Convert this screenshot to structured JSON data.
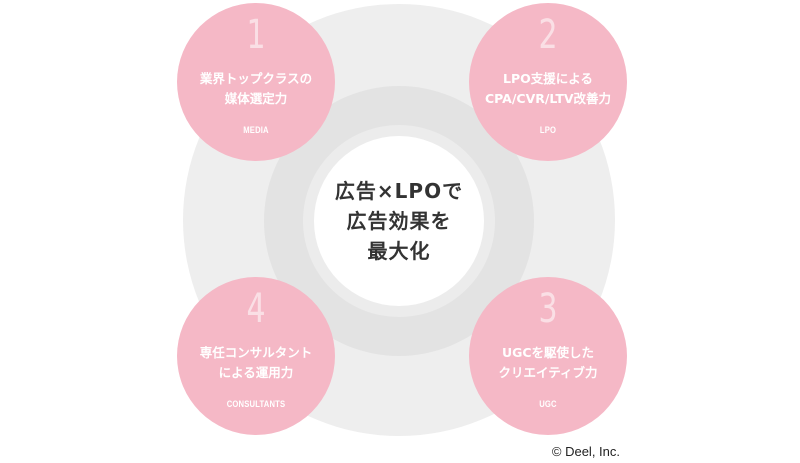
{
  "center": {
    "lines": [
      "広告×LPOで",
      "広告効果を",
      "最大化"
    ]
  },
  "nodes": [
    {
      "number": "1",
      "title_lines": [
        "業界トップクラスの",
        "媒体選定力"
      ],
      "subtitle": "MEDIA"
    },
    {
      "number": "2",
      "title_lines": [
        "LPO支援による",
        "CPA/CVR/LTV改善力"
      ],
      "subtitle": "LPO"
    },
    {
      "number": "3",
      "title_lines": [
        "UGCを駆使した",
        "クリエイティブ力"
      ],
      "subtitle": "UGC"
    },
    {
      "number": "4",
      "title_lines": [
        "専任コンサルタント",
        "による運用力"
      ],
      "subtitle": "CONSULTANTS"
    }
  ],
  "copyright": "© Deel, Inc.",
  "colors": {
    "node_fill": "#f5b8c6",
    "ring_outer": "#eeeeee",
    "ring_mid": "#e3e3e3",
    "center_text": "#333333"
  }
}
